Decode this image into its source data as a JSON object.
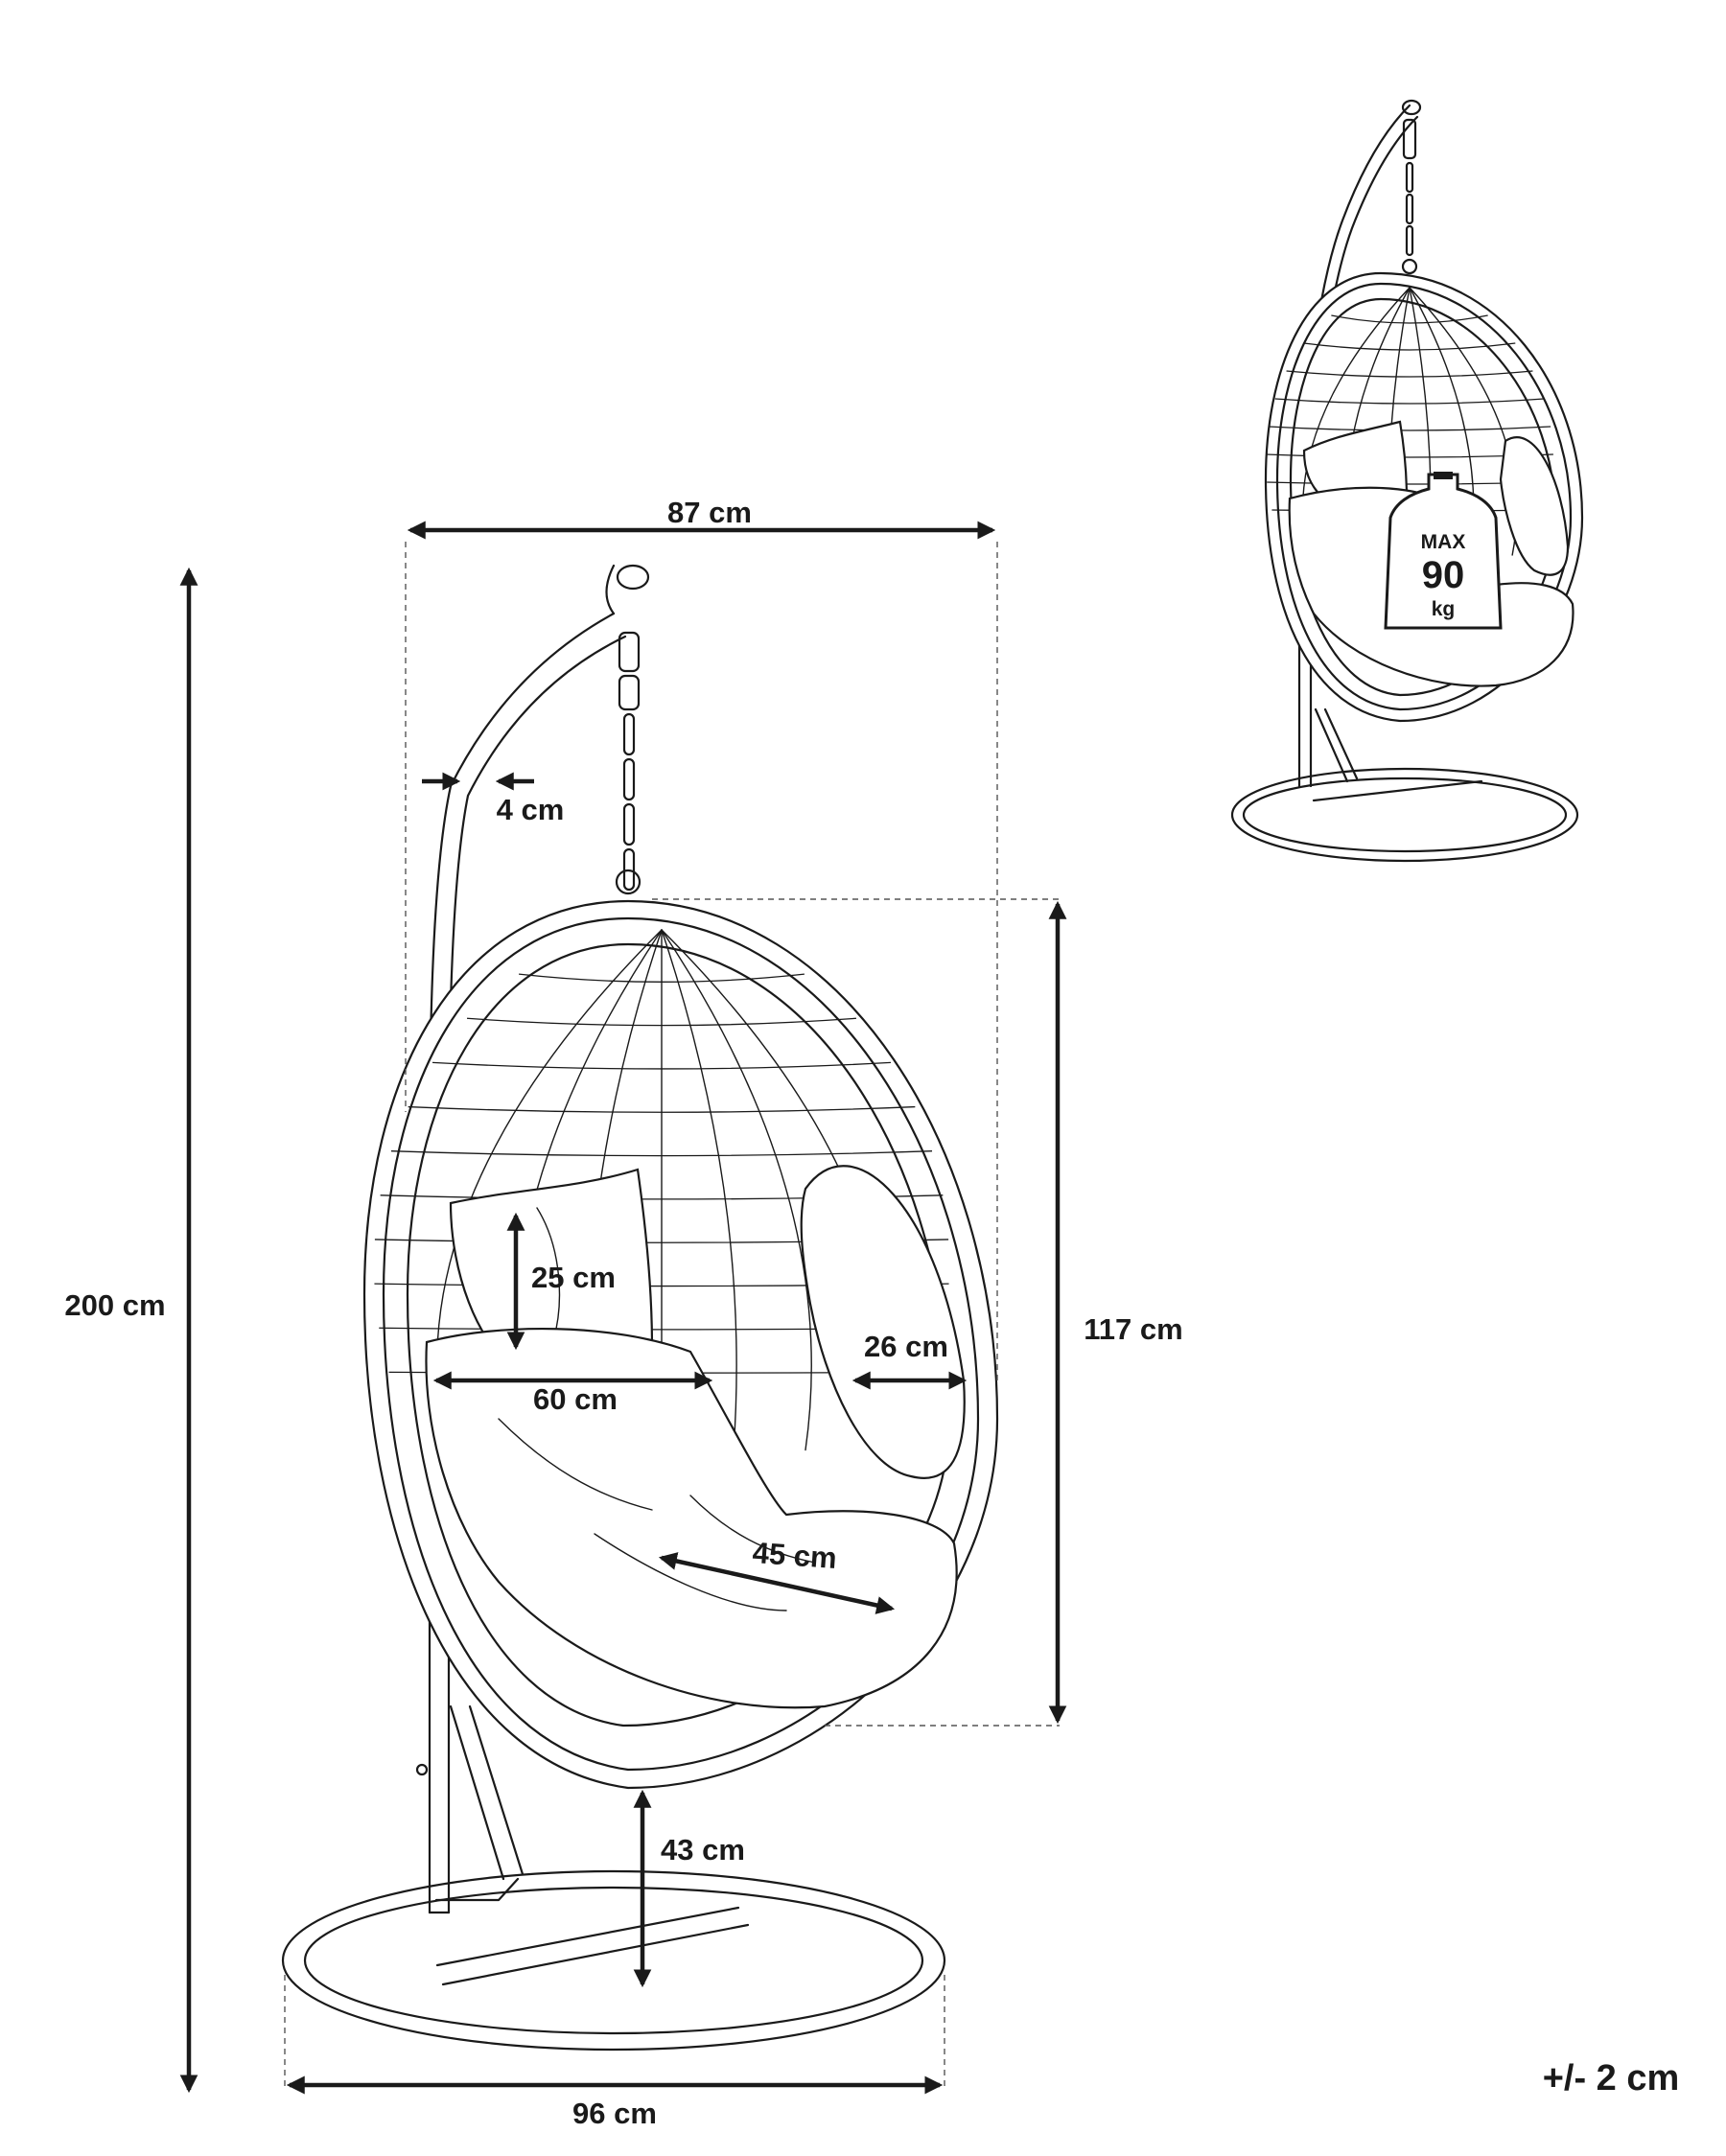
{
  "dimensions": {
    "width_top": "87 cm",
    "stand_thickness": "4 cm",
    "height_total": "200 cm",
    "height_chair": "117 cm",
    "backrest_cushion": "25 cm",
    "seat_width": "60 cm",
    "armrest_opening": "26 cm",
    "seat_depth": "45 cm",
    "ground_clearance": "43 cm",
    "base_diameter": "96 cm"
  },
  "tolerance": "+/- 2 cm",
  "weight_badge": {
    "line1": "MAX",
    "line2": "90",
    "line3": "kg"
  }
}
